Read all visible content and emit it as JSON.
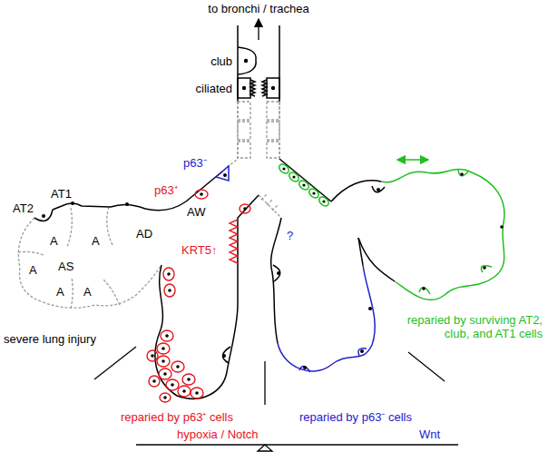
{
  "diagram": {
    "labels": [
      "to bronchi / trachea",
      "club",
      "ciliated",
      "p63⁻",
      "AT2",
      "AT1",
      "A",
      "p63⁺",
      "A",
      "AS",
      "AD",
      "AW",
      "A",
      "A",
      "A",
      "KRT5↑",
      "?",
      "severe lung injury",
      "reparied by p63⁺ cells",
      "reparied by p63⁻ cells",
      "reparied by surviving AT2, club, and AT1 cells",
      "hypoxia / Notch",
      "Wnt"
    ]
  }
}
